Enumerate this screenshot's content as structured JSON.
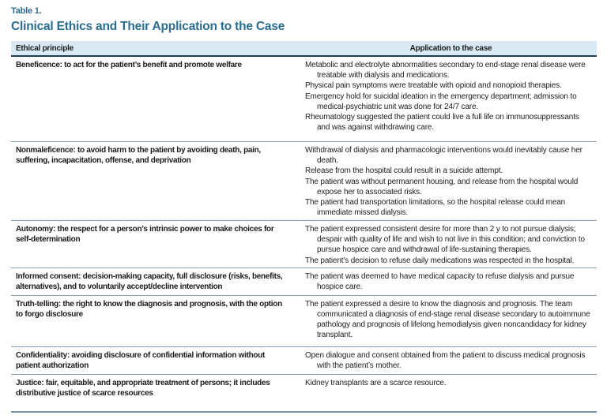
{
  "table": {
    "label": "Table 1.",
    "title": "Clinical Ethics and Their Application to the Case",
    "columns": {
      "principle": "Ethical principle",
      "application": "Application to the case"
    },
    "rows": [
      {
        "principle": "Beneficence: to act for the patient’s benefit and promote welfare",
        "applications": [
          "Metabolic and electrolyte abnormalities secondary to end-stage renal disease were treatable with dialysis and medications.",
          "Physical pain symptoms were treatable with opioid and nonopioid therapies.",
          "Emergency hold for suicidal ideation in the emergency department; admission to medical-psychiatric unit was done for 24/7 care.",
          "Rheumatology suggested the patient could live a full life on immunosuppressants and was against withdrawing care."
        ]
      },
      {
        "principle": "Nonmaleficence: to avoid harm to the patient by avoiding death, pain, suffering, incapacitation, offense, and deprivation",
        "applications": [
          "Withdrawal of dialysis and pharmacologic interventions would inevitably cause her death.",
          "Release from the hospital could result in a suicide attempt.",
          "The patient was without permanent housing, and release from the hospital would expose her to associated risks.",
          "The patient had transportation limitations, so the hospital release could mean immediate missed dialysis."
        ]
      },
      {
        "principle": "Autonomy: the respect for a person’s intrinsic power to make choices for self-determination",
        "applications": [
          "The patient expressed consistent desire for more than 2 y to not pursue dialysis; despair with quality of life and wish to not live in this condition; and conviction to pursue hospice care and withdrawal of life-sustaining therapies.",
          "The patient’s decision to refuse daily medications was respected in the hospital."
        ]
      },
      {
        "principle": "Informed consent: decision-making capacity, full disclosure (risks, benefits, alternatives), and to voluntarily accept/decline intervention",
        "applications": [
          "The patient was deemed to have medical capacity to refuse dialysis and pursue hospice care."
        ]
      },
      {
        "principle": "Truth-telling: the right to know the diagnosis and prognosis, with the option to forgo disclosure",
        "applications": [
          "The patient expressed a desire to know the diagnosis and prognosis. The team communicated a diagnosis of end-stage renal disease secondary to autoimmune pathology and prognosis of lifelong hemodialysis given noncandidacy for kidney transplant."
        ]
      },
      {
        "principle": "Confidentiality: avoiding disclosure of confidential information without patient authorization",
        "applications": [
          "Open dialogue and consent obtained from the patient to discuss medical prognosis with the patient’s mother."
        ]
      },
      {
        "principle": "Justice: fair, equitable, and appropriate treatment of persons; it includes distributive justice of scarce resources",
        "applications": [
          "Kidney transplants are a scarce resource."
        ]
      }
    ]
  },
  "colors": {
    "accent_teal": "#2c6d8f",
    "header_background": "#d9e9f3",
    "header_rule": "#1d3d4d",
    "row_rule": "#84a0ae",
    "body_text": "#1a1a1a"
  }
}
